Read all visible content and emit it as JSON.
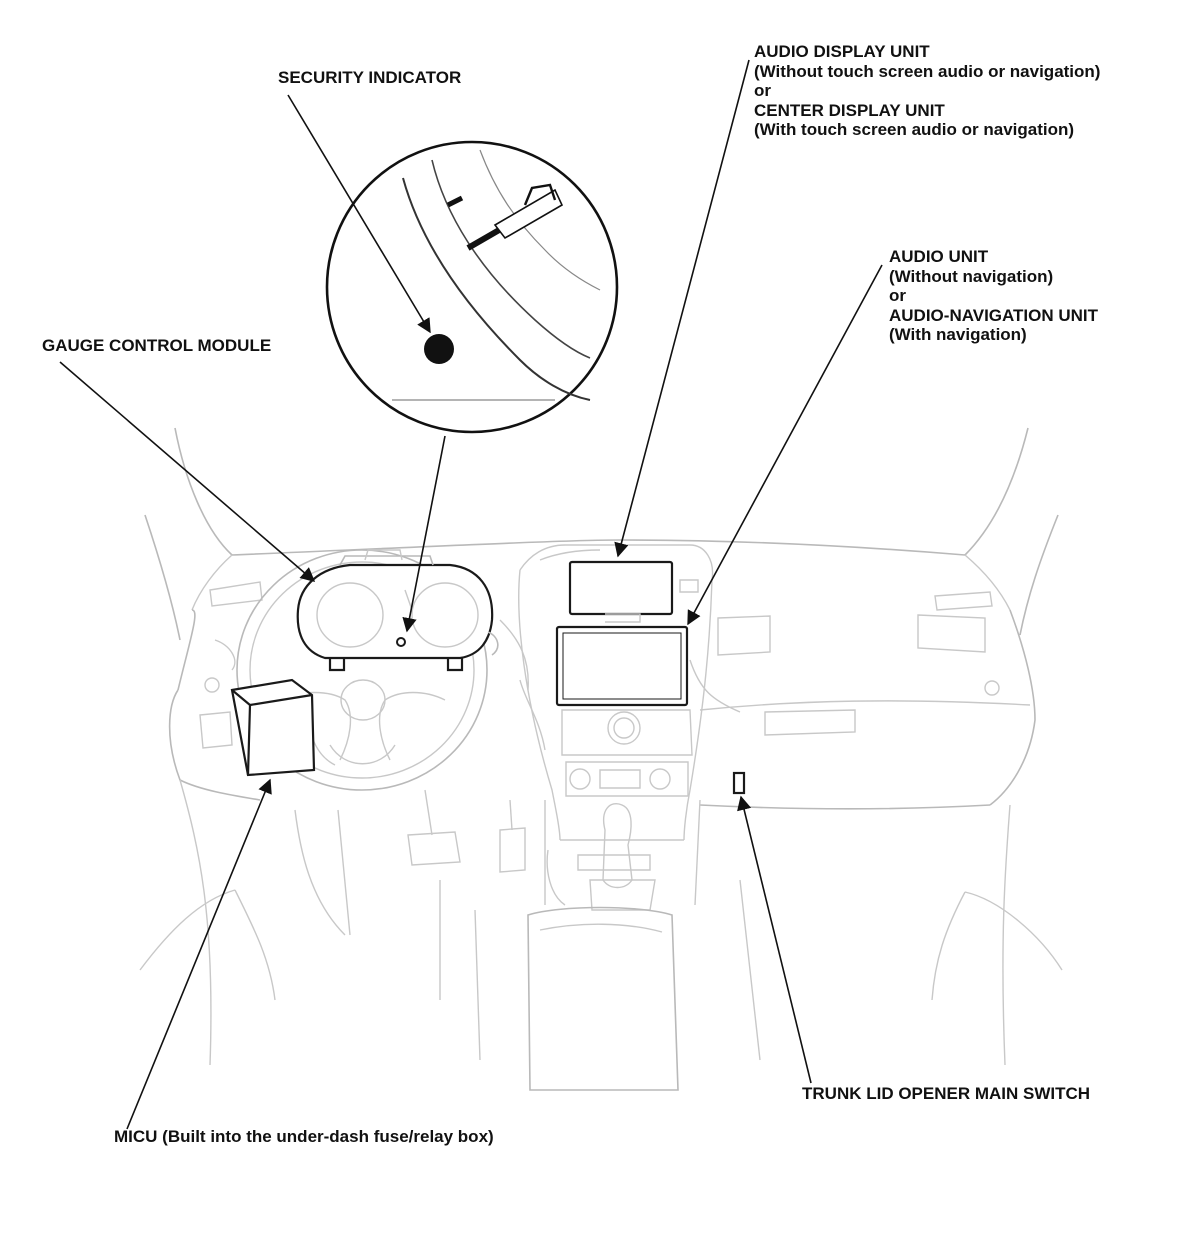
{
  "labels": {
    "security_indicator": [
      "SECURITY INDICATOR"
    ],
    "audio_display_unit": [
      "AUDIO DISPLAY UNIT",
      "(Without touch screen audio or navigation)",
      "or",
      "CENTER DISPLAY UNIT",
      "(With touch screen audio or navigation)"
    ],
    "audio_unit": [
      "AUDIO UNIT",
      "(Without navigation)",
      "or",
      "AUDIO-NAVIGATION UNIT",
      "(With navigation)"
    ],
    "gauge_control_module": [
      "GAUGE CONTROL MODULE"
    ],
    "trunk_lid_switch": [
      "TRUNK LID OPENER MAIN SWITCH"
    ],
    "micu": [
      "MICU (Built into the under-dash fuse/relay box)"
    ]
  },
  "colors": {
    "ink": "#111111",
    "outline_light": "#c8c8c8",
    "background": "#ffffff"
  },
  "icons": {
    "security_indicator_dot": "filled-circle"
  }
}
